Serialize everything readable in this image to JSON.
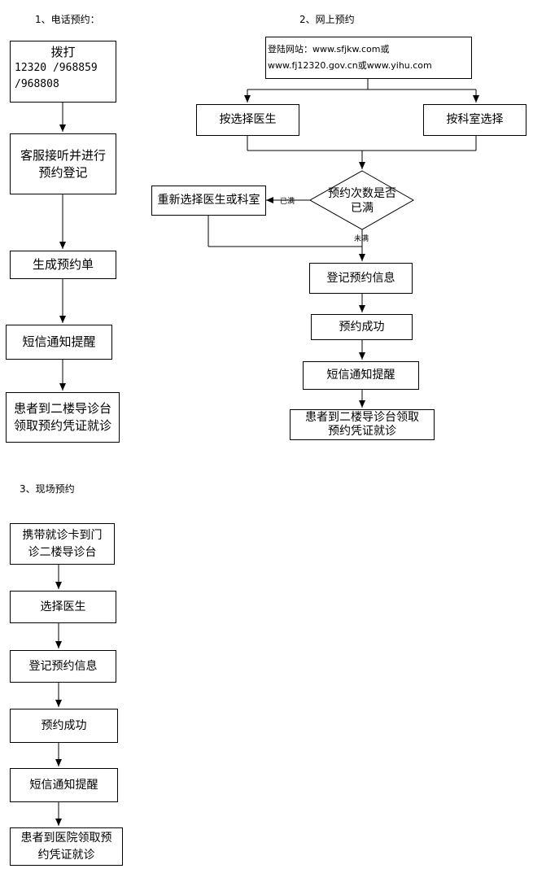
{
  "sections": {
    "phone": {
      "title": "1、电话预约：",
      "call": {
        "head": "拨打",
        "numbers": "12320 /968859\n/968808"
      },
      "steps": {
        "answer": "客服接听并进行\n预约登记",
        "order": "生成预约单",
        "sms": "短信通知提醒",
        "pickup": "患者到二楼导诊台\n领取预约凭证就诊"
      }
    },
    "online": {
      "title": "2、网上预约",
      "website": {
        "line1": "登陆网站：www.sfjkw.com或",
        "line2": "www.fj12320.gov.cn或www.yihu.com"
      },
      "by_doctor": "按选择医生",
      "by_department": "按科室选择",
      "decision": "预约次数是否\n已满",
      "reselect": "重新选择医生或科室",
      "label_full": "已满",
      "label_not_full": "未满",
      "steps": {
        "register": "登记预约信息",
        "success": "预约成功",
        "sms": "短信通知提醒",
        "pickup": "患者到二楼导诊台领取\n预约凭证就诊"
      }
    },
    "onsite": {
      "title": "3、现场预约",
      "steps": {
        "bring_card": "携带就诊卡到门\n诊二楼导诊台",
        "select_doctor": "选择医生",
        "register": "登记预约信息",
        "success": "预约成功",
        "sms": "短信通知提醒",
        "pickup": "患者到医院领取预\n约凭证就诊"
      }
    }
  }
}
